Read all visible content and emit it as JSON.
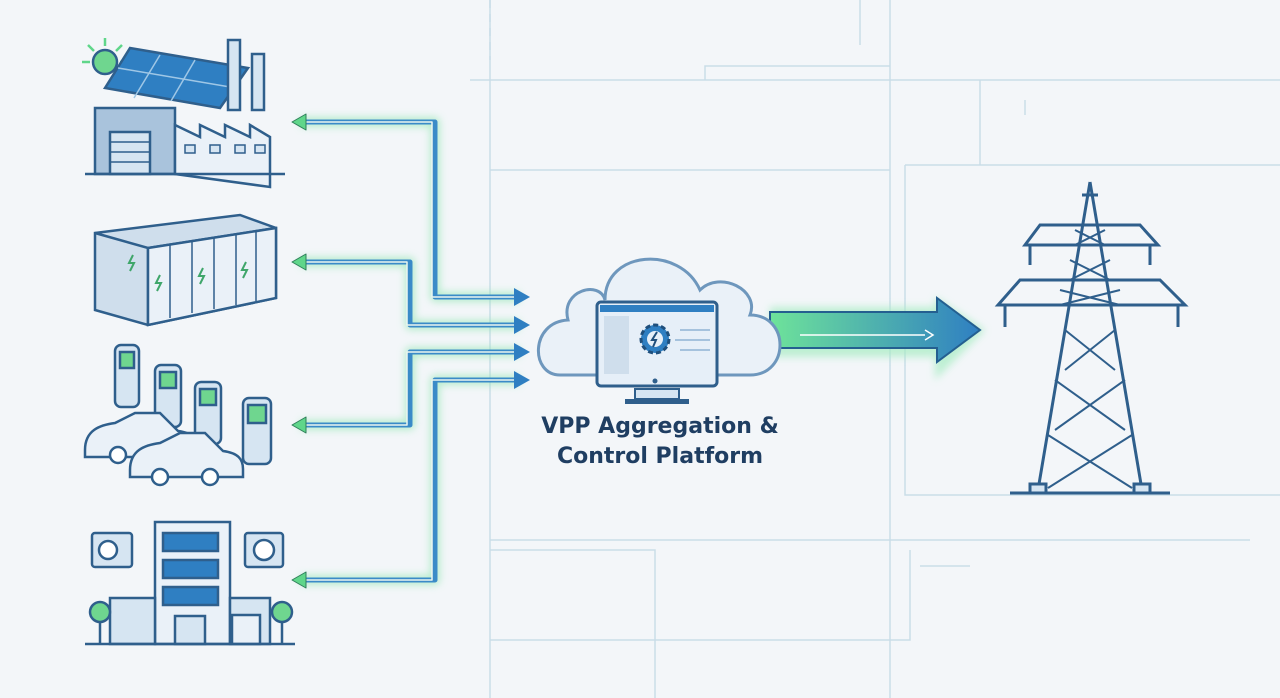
{
  "platform": {
    "title_line1": "VPP Aggregation &",
    "title_line2": "Control Platform"
  },
  "assets": [
    {
      "name": "solar-factory",
      "icon": "solar-factory-icon"
    },
    {
      "name": "battery-storage",
      "icon": "battery-container-icon"
    },
    {
      "name": "ev-charging",
      "icon": "ev-charger-icon"
    },
    {
      "name": "smart-building",
      "icon": "building-hvac-icon"
    }
  ],
  "grid": {
    "icon": "transmission-tower-icon"
  },
  "colors": {
    "navy": "#1f3e62",
    "stroke": "#2f5f8c",
    "fill": "#d6e5f2",
    "green": "#5fd68a",
    "blue": "#2f7fc2",
    "bg": "#f3f6f9"
  }
}
